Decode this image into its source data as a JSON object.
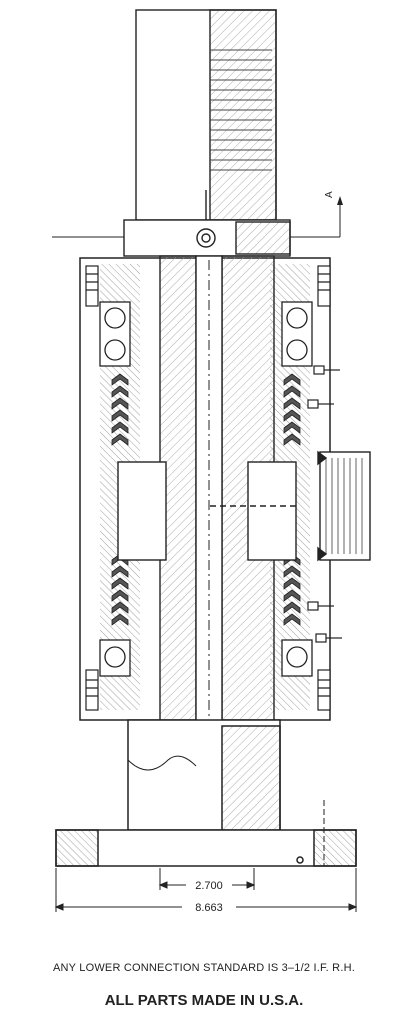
{
  "drawing": {
    "section_label": "A",
    "dimensions": [
      {
        "label": "2.700"
      },
      {
        "label": "8.663"
      }
    ]
  },
  "notes": {
    "connection": "ANY LOWER CONNECTION STANDARD IS 3–1/2 I.F. R.H.",
    "origin": "ALL PARTS MADE IN U.S.A."
  }
}
